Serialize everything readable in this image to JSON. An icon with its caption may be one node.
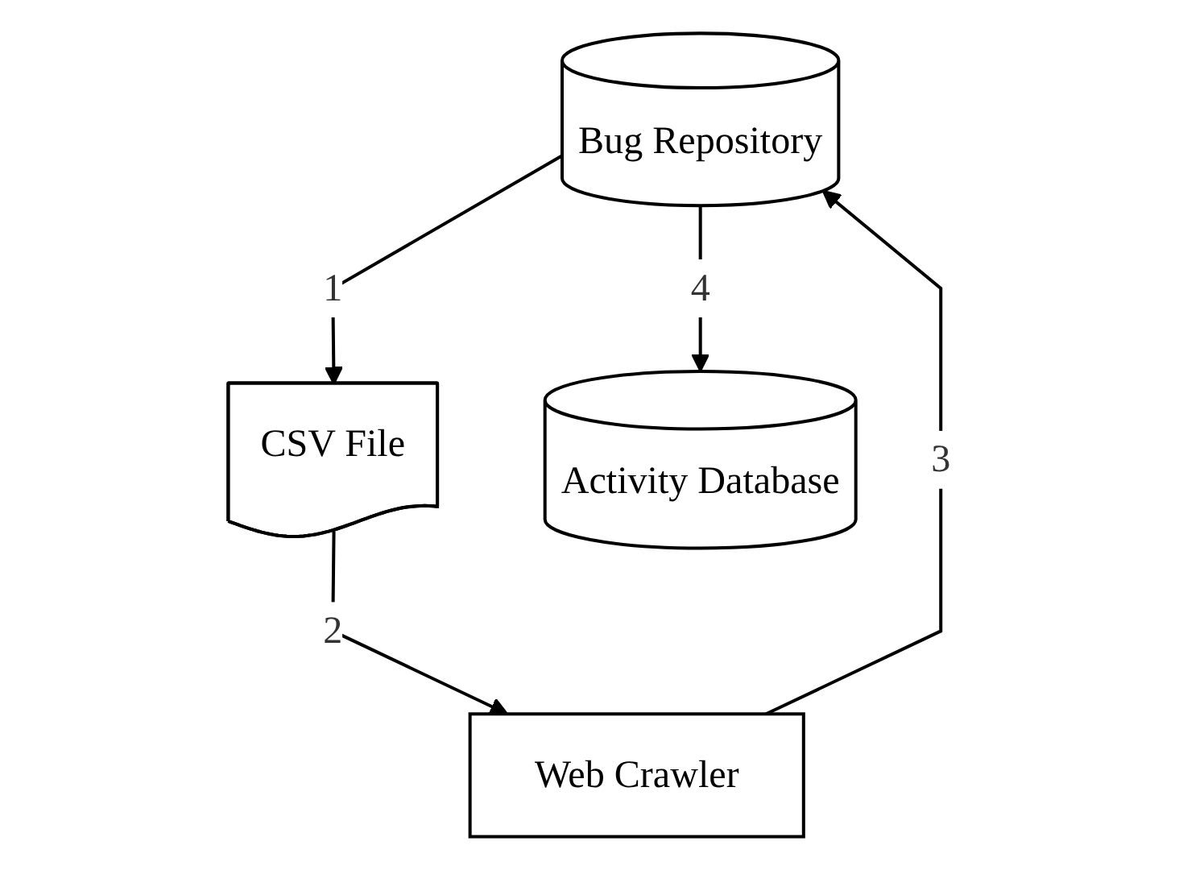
{
  "diagram": {
    "nodes": [
      {
        "text": [
          "Bug Repository"
        ]
      },
      {
        "text": [
          "CSV File"
        ]
      },
      {
        "text": [
          "Web Crawler"
        ]
      },
      {
        "text": [
          "Activity Database"
        ]
      }
    ],
    "edges": [
      {
        "from": 0,
        "to": 1,
        "arrow": "to",
        "label": "1"
      },
      {
        "from": 1,
        "to": 2,
        "arrow": "to",
        "label": "2"
      },
      {
        "from": 2,
        "to": 0,
        "arrow": "to",
        "label": "3"
      },
      {
        "from": 0,
        "to": 3,
        "arrow": "to",
        "label": "4"
      }
    ]
  }
}
